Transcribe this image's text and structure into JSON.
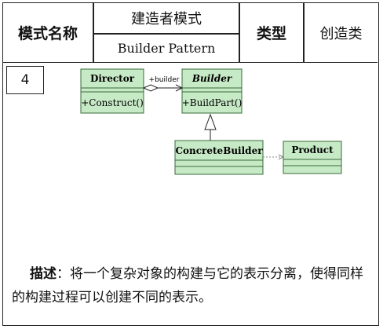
{
  "header": {
    "name_label": "模式名称",
    "name_cn": "建造者模式",
    "name_en": "Builder Pattern",
    "type_label": "类型",
    "type_value": "创造类"
  },
  "pattern_number": "4",
  "diagram": {
    "classes": {
      "director": {
        "name": "Director",
        "method": "+Construct()"
      },
      "builder": {
        "name": "Builder",
        "method": "+BuildPart()"
      },
      "concrete_builder": {
        "name": "ConcreteBuilder"
      },
      "product": {
        "name": "Product"
      }
    },
    "association_label": "+builder",
    "fill_color": "#c6e9c6",
    "stroke_color": "#3a6b3a"
  },
  "description": {
    "lead": "描述",
    "text": "：将一个复杂对象的构建与它的表示分离，使得同样的构建过程可以创建不同的表示。"
  }
}
